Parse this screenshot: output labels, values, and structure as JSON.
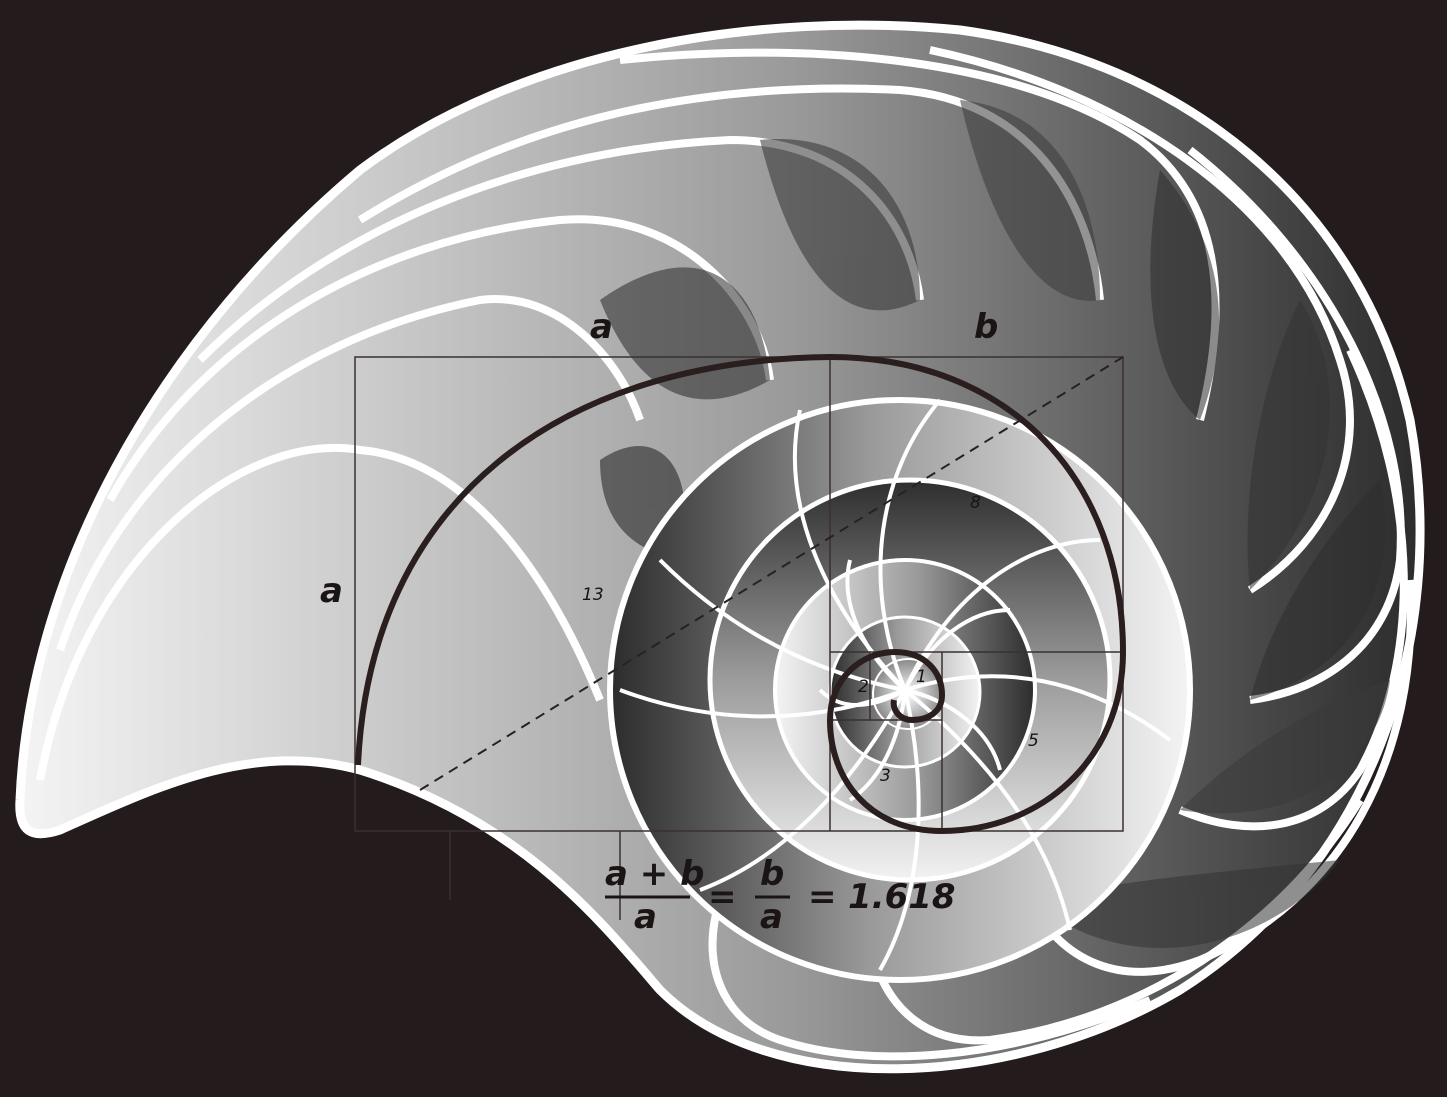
{
  "labels": {
    "a_top": "a",
    "b_top": "b",
    "a_left": "a",
    "fib_13": "13",
    "fib_8": "8",
    "fib_5": "5",
    "fib_3": "3",
    "fib_2": "2",
    "fib_1": "1"
  },
  "formula": {
    "numerator": "a + b",
    "denominator_left": "a",
    "eq1": "=",
    "numerator_right": "b",
    "denominator_right": "a",
    "eq2": "=",
    "value": "1.618"
  },
  "colors": {
    "background": "#231b1c",
    "shell_outline": "#ffffff",
    "spiral": "#2a1e1e",
    "guide_lines": "#3a3030"
  }
}
